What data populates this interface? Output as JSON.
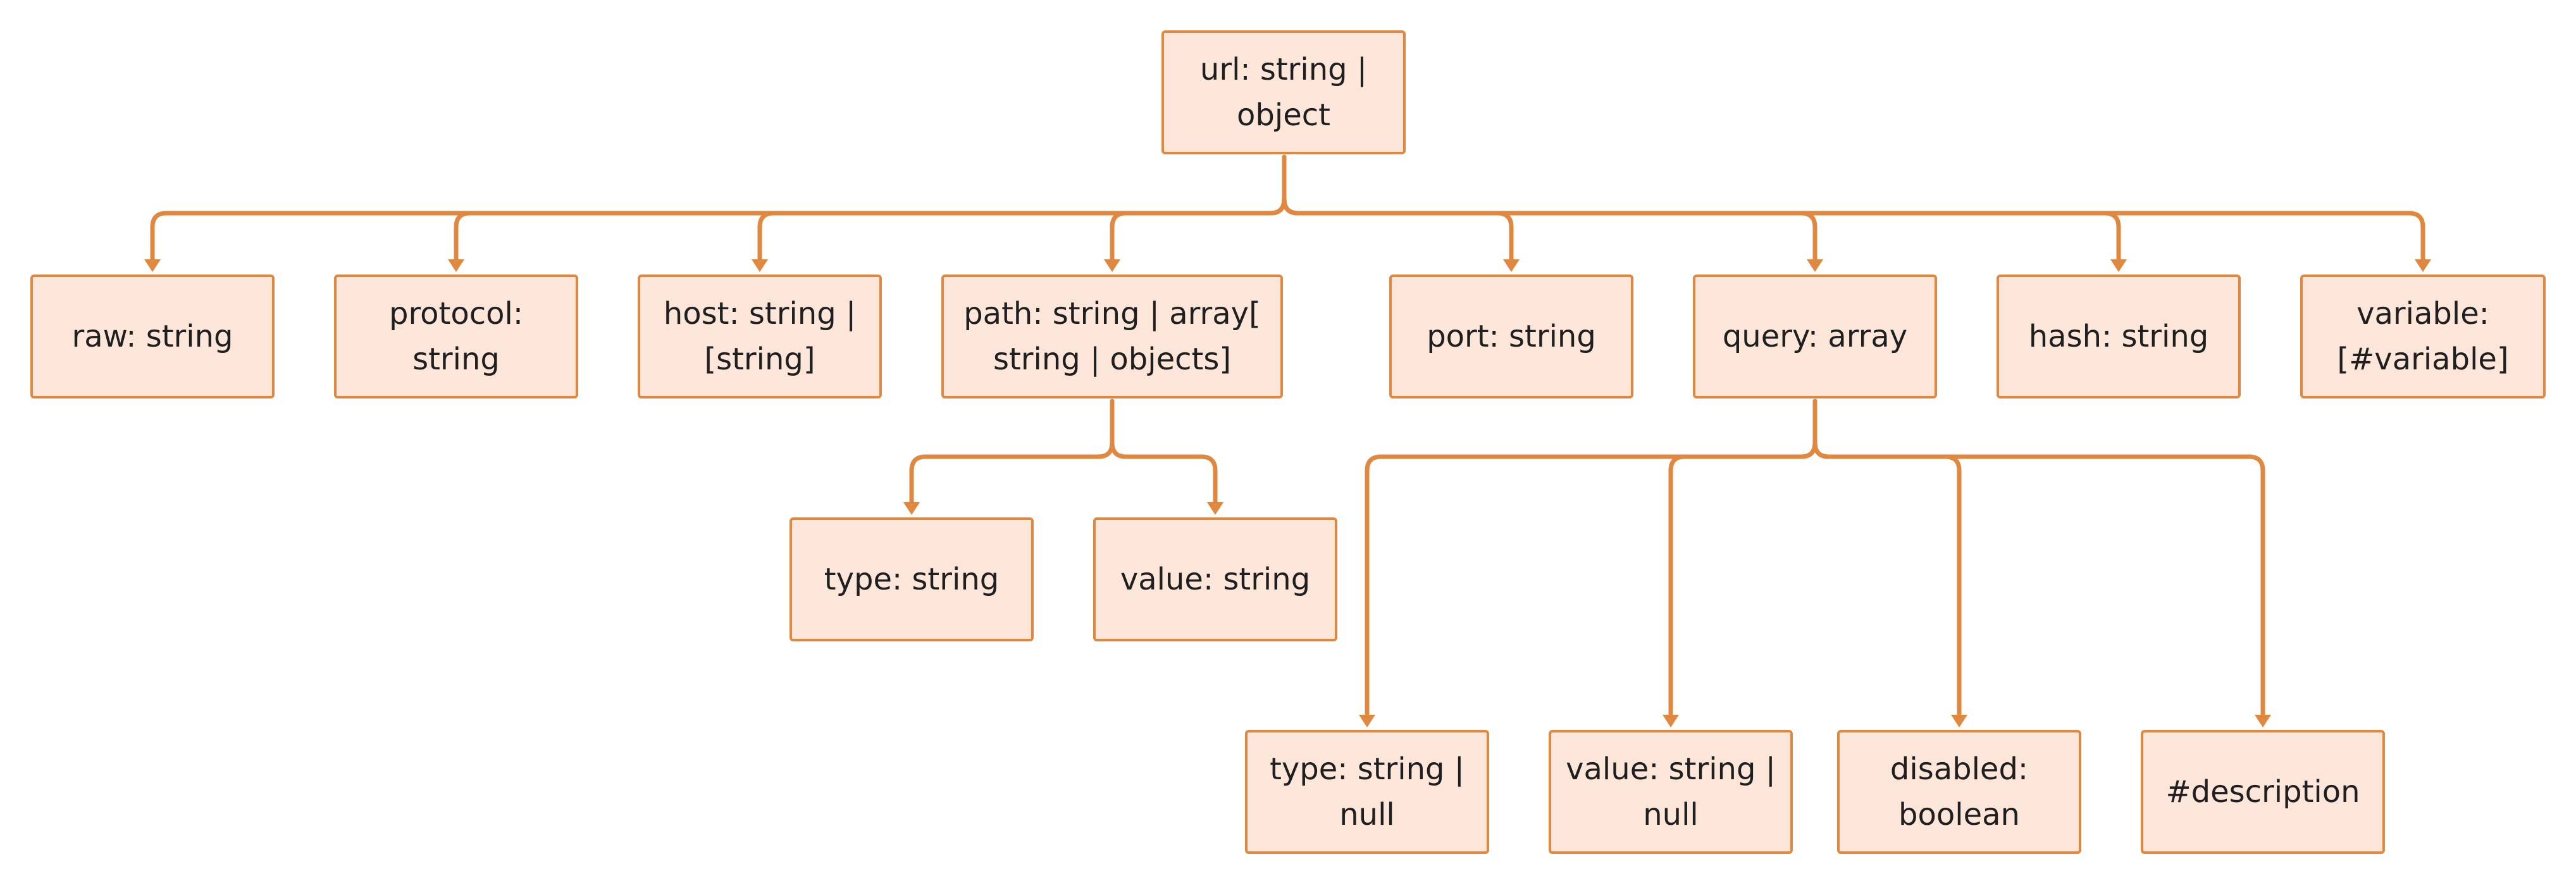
{
  "colors": {
    "node_fill": "#fbe6d9",
    "node_border": "#e0883f",
    "edge": "#e0883f",
    "text": "#1f1f1f"
  },
  "root": {
    "label": "url: string | object"
  },
  "children": {
    "raw": {
      "label": "raw: string"
    },
    "protocol": {
      "label": "protocol: string"
    },
    "host": {
      "label": "host: string | [string]"
    },
    "path": {
      "label": "path: string | array[ string | objects]"
    },
    "port": {
      "label": "port: string"
    },
    "query": {
      "label": "query: array"
    },
    "hash": {
      "label": "hash: string"
    },
    "variable": {
      "label": "variable: [#variable]"
    }
  },
  "path_children": {
    "type": {
      "label": "type: string"
    },
    "value": {
      "label": "value: string"
    }
  },
  "query_children": {
    "type": {
      "label": "type: string | null"
    },
    "value": {
      "label": "value: string | null"
    },
    "disabled": {
      "label": "disabled: boolean"
    },
    "description": {
      "label": "#description"
    }
  }
}
